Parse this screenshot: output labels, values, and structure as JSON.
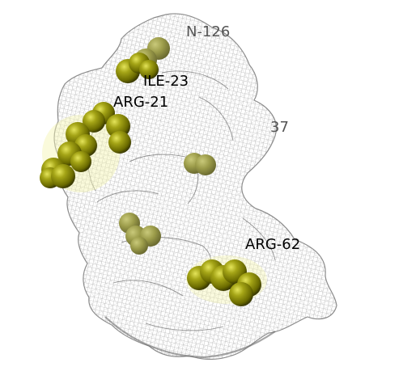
{
  "colors": {
    "background": "#ffffff",
    "mesh": "#9a9a9a",
    "mesh_dark": "#6e6e6e",
    "sphere_base": "#8f8f00",
    "sphere_light": "#d8d84a",
    "sphere_dark": "#3f3f00",
    "halo": "#f2f2a0"
  },
  "labels": {
    "res126": "N-126",
    "ile23": "ILE-23",
    "arg21": "ARG-21",
    "res37": "37",
    "arg62": "ARG-62"
  }
}
